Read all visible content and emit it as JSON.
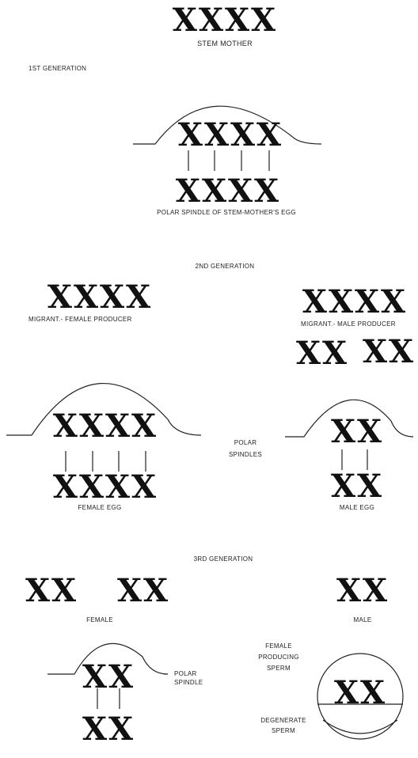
{
  "stem": {
    "chromosomes": "XXXX",
    "label": "STEM MOTHER"
  },
  "gen1": {
    "heading": "1ST GENERATION",
    "egg_top": "XXXX",
    "polar": "XXXX",
    "caption": "POLAR SPINDLE OF STEM-MOTHER'S EGG"
  },
  "gen2": {
    "heading": "2ND GENERATION",
    "female_producer": {
      "chromosomes": "XXXX",
      "label": "MIGRANT.- FEMALE PRODUCER"
    },
    "male_producer": {
      "chromosomes": "XXXX",
      "label": "MIGRANT.- MALE PRODUCER",
      "pair1": "XX",
      "pair2": "XX"
    },
    "female_egg": {
      "top": "XXXX",
      "polar": "XXXX",
      "label": "FEMALE EGG"
    },
    "polar_label_1": "POLAR",
    "polar_label_2": "SPINDLES",
    "male_egg": {
      "top": "XX",
      "polar": "XX",
      "label": "MALE EGG"
    }
  },
  "gen3": {
    "heading": "3RD GENERATION",
    "female": {
      "pair1": "XX",
      "pair2": "XX",
      "label": "FEMALE"
    },
    "male": {
      "chromosomes": "XX",
      "label": "MALE"
    },
    "egg": {
      "top": "XX",
      "polar": "XX"
    },
    "polar_label_1": "POLAR",
    "polar_label_2": "SPINDLE",
    "sperm": {
      "chromosomes": "XX",
      "label_1": "FEMALE",
      "label_2": "PRODUCING",
      "label_3": "SPERM",
      "degen_1": "DEGENERATE",
      "degen_2": "SPERM"
    }
  }
}
